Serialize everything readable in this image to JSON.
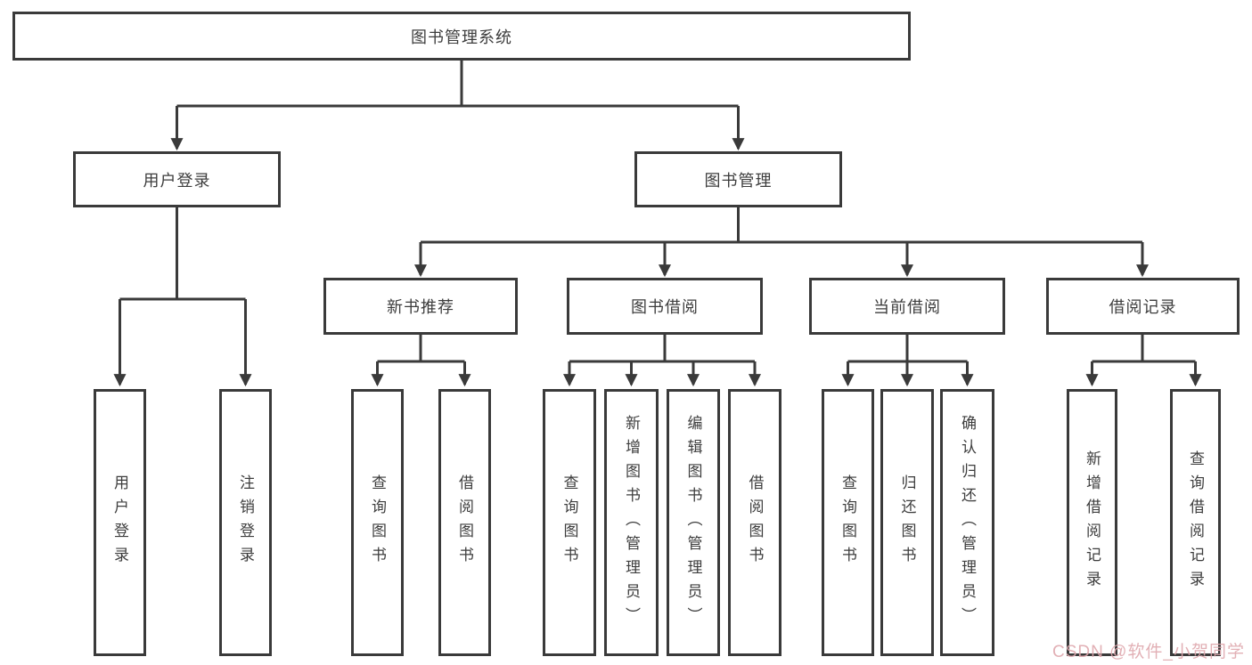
{
  "colors": {
    "line": "#3a3a3a",
    "text": "#3d3d3d",
    "background": "#ffffff",
    "watermark": "#dfa8ae"
  },
  "nodes": {
    "root": {
      "label": "图书管理系统"
    },
    "user_login": {
      "label": "用户登录"
    },
    "book_management": {
      "label": "图书管理"
    },
    "leaf_user_login": {
      "label": "用户登录"
    },
    "leaf_logout": {
      "label": "注销登录"
    },
    "new_book_rec": {
      "label": "新书推荐"
    },
    "book_borrow": {
      "label": "图书借阅"
    },
    "current_borrow": {
      "label": "当前借阅"
    },
    "borrow_record": {
      "label": "借阅记录"
    },
    "nbr_query_book": {
      "label": "查询图书"
    },
    "nbr_borrow_book": {
      "label": "借阅图书"
    },
    "bb_query_book": {
      "label": "查询图书"
    },
    "bb_add_book_admin": {
      "label": "新增图书（管理员）"
    },
    "bb_edit_book_admin": {
      "label": "编辑图书（管理员）"
    },
    "bb_borrow_book": {
      "label": "借阅图书"
    },
    "cb_query_book": {
      "label": "查询图书"
    },
    "cb_return_book": {
      "label": "归还图书"
    },
    "cb_confirm_return_admin": {
      "label": "确认归还（管理员）"
    },
    "br_add_record": {
      "label": "新增借阅记录"
    },
    "br_query_record": {
      "label": "查询借阅记录"
    }
  },
  "watermark": {
    "text": "CSDN @软件_小贺同学"
  }
}
